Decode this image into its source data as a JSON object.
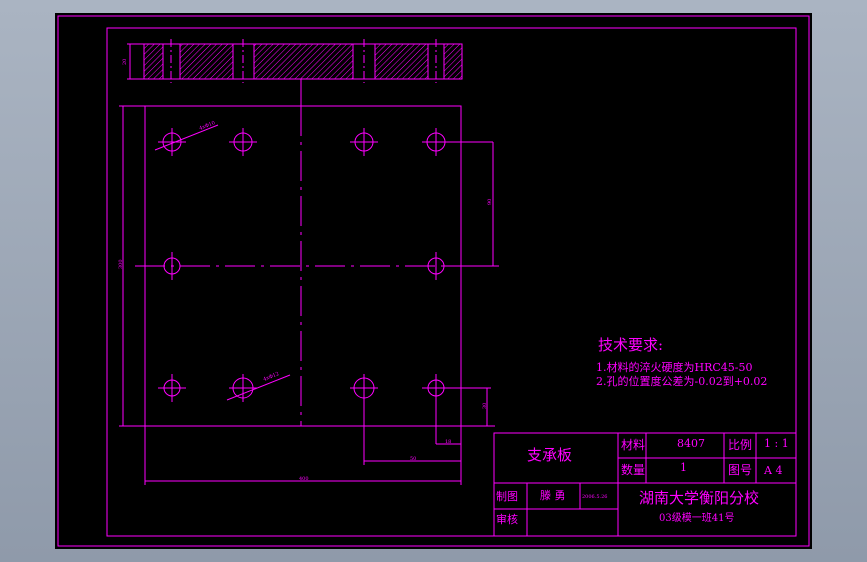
{
  "colors": {
    "line": "#ff00ff",
    "paper": "#000000",
    "background": "#9aa4b4"
  },
  "drawing": {
    "title": "支承板",
    "material_label": "材料",
    "material_value": "8407",
    "scale_label": "比例",
    "scale_value": "1 : 1",
    "quantity_label": "数量",
    "quantity_value": "1",
    "drawing_no_label": "图号",
    "drawing_no_value": "A 4",
    "drawn_label": "制图",
    "drawn_name": "滕 勇",
    "drawn_date": "2006.5.26",
    "review_label": "审核",
    "school": "湖南大学衡阳分校",
    "class_info": "03级模一班41号"
  },
  "requirements": {
    "heading": "技术要求:",
    "item1": "1.材料的淬火硬度为HRC45-50",
    "item2": "2.孔的位置度公差为-0.02到+0.02"
  },
  "dimensions": {
    "thickness": "20",
    "hole_label_top": "4xΦ10",
    "hole_label_bottom": "4xΦ12",
    "height_total": "300",
    "spacing_right": "90",
    "offset_right": "30",
    "offset_bottom_small": "18",
    "offset_bottom_mid": "50",
    "width_total": "400"
  }
}
